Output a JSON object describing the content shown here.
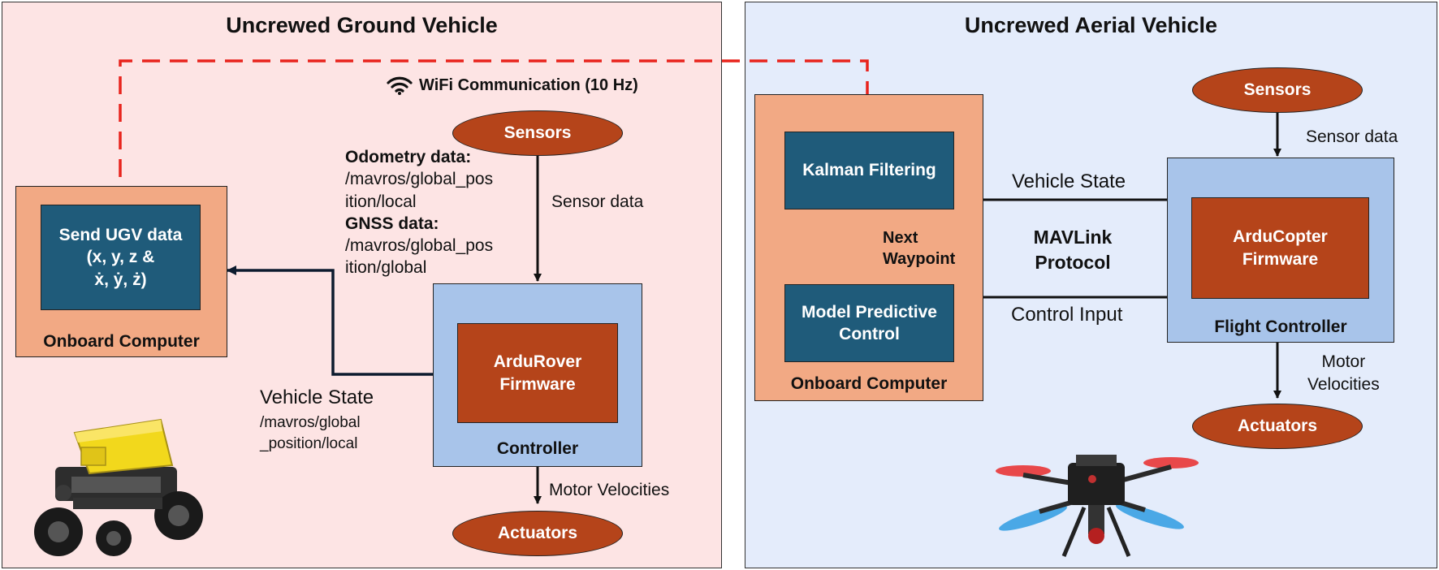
{
  "ugv": {
    "title": "Uncrewed Ground Vehicle",
    "wifi_label": "WiFi Communication (10 Hz)",
    "sensors": "Sensors",
    "sensor_data": "Sensor data",
    "odometry_heading": "Odometry data:",
    "odometry_topic_1": "/mavros/global_pos",
    "odometry_topic_2": "ition/local",
    "gnss_heading": "GNSS data:",
    "gnss_topic_1": "/mavros/global_pos",
    "gnss_topic_2": "ition/global",
    "send_line_1": "Send UGV data",
    "send_line_2": "(x, y, z &",
    "send_line_3": "ẋ, ẏ, ż)",
    "onboard_computer": "Onboard Computer",
    "firmware_line_1": "ArduRover",
    "firmware_line_2": "Firmware",
    "controller": "Controller",
    "vehicle_state": "Vehicle State",
    "vehicle_state_topic_1": "/mavros/global",
    "vehicle_state_topic_2": "_position/local",
    "motor_velocities": "Motor Velocities",
    "actuators": "Actuators"
  },
  "uav": {
    "title": "Uncrewed Aerial Vehicle",
    "kalman": "Kalman Filtering",
    "next_waypoint_1": "Next",
    "next_waypoint_2": "Waypoint",
    "mpc_line_1": "Model Predictive",
    "mpc_line_2": "Control",
    "onboard_computer": "Onboard Computer",
    "vehicle_state": "Vehicle State",
    "mavlink_1": "MAVLink",
    "mavlink_2": "Protocol",
    "control_input": "Control Input",
    "sensors": "Sensors",
    "sensor_data": "Sensor data",
    "firmware_line_1": "ArduCopter",
    "firmware_line_2": "Firmware",
    "flight_controller": "Flight Controller",
    "motor_velocities_1": "Motor",
    "motor_velocities_2": "Velocities",
    "actuators": "Actuators"
  },
  "colors": {
    "ugv_background": "#fde4e4",
    "uav_background": "#e4ecfb",
    "computer": "#f2a984",
    "inner_block": "#1f5b7a",
    "firmware": "#b5441a",
    "controller": "#a8c4ea",
    "wifi_link": "#e8231c"
  }
}
